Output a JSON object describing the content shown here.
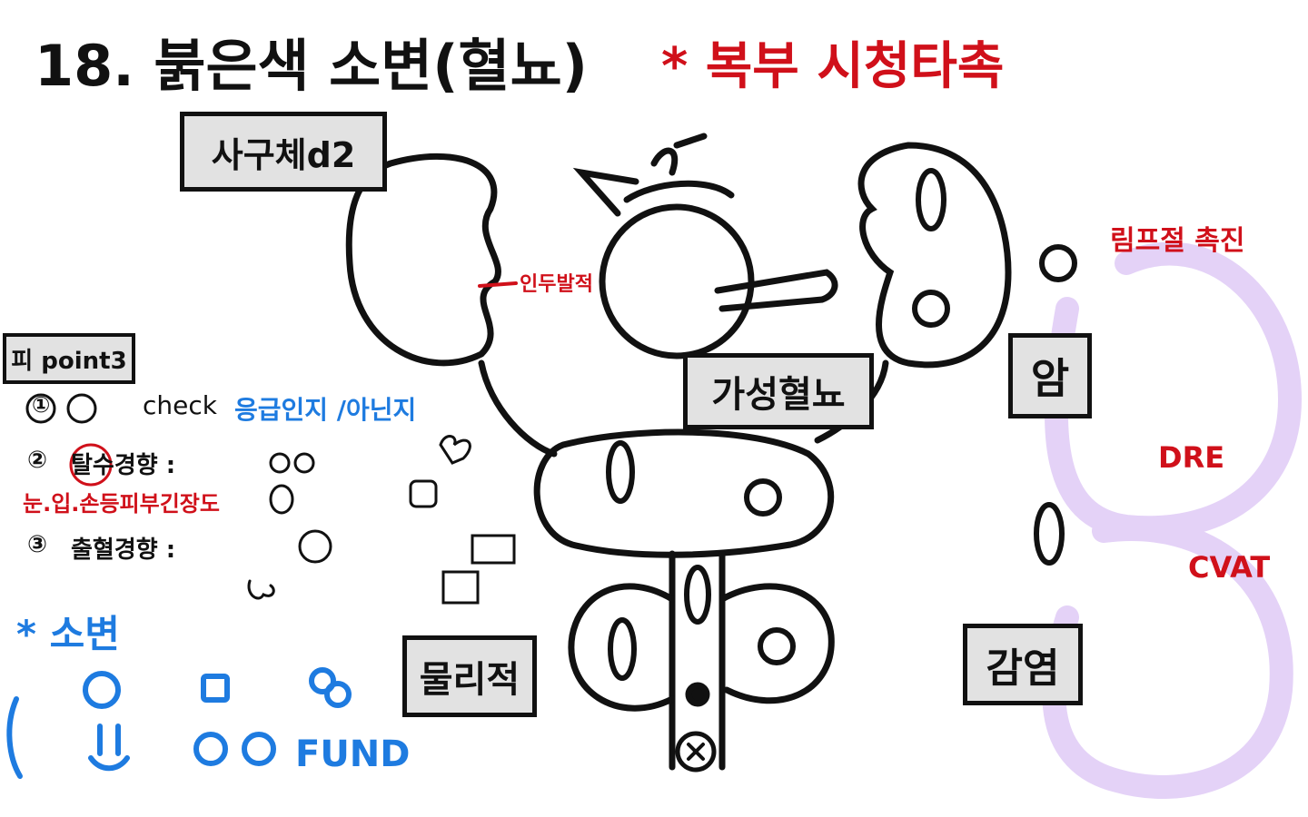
{
  "title": "18. 붉은색 소변(혈뇨)",
  "subtitle": "* 복부 시청타촉",
  "labels": {
    "glomerulus": "사구체d2",
    "pharyngitis": "인두발적",
    "pseudo_hematuria": "가성혈뇨",
    "cancer": "암",
    "infection": "감염",
    "physical": "물리적",
    "lymph": "림프절 촉진",
    "dre": "DRE",
    "cvat": "CVAT"
  },
  "point_box": "피 point3",
  "points": [
    {
      "num": "①",
      "text": "check",
      "note": "응급인지 /아닌지"
    },
    {
      "num": "②",
      "text": "탈수경향 :",
      "note": "눈.입.손등피부긴장도"
    },
    {
      "num": "③",
      "text": "출혈경향 :"
    }
  ],
  "urine": {
    "heading": "* 소변",
    "fund": "FUND"
  },
  "colors": {
    "red": "#d0101a",
    "blue": "#1e7be0",
    "lavender": "#e4d2f7",
    "box": "#e2e2e2"
  }
}
